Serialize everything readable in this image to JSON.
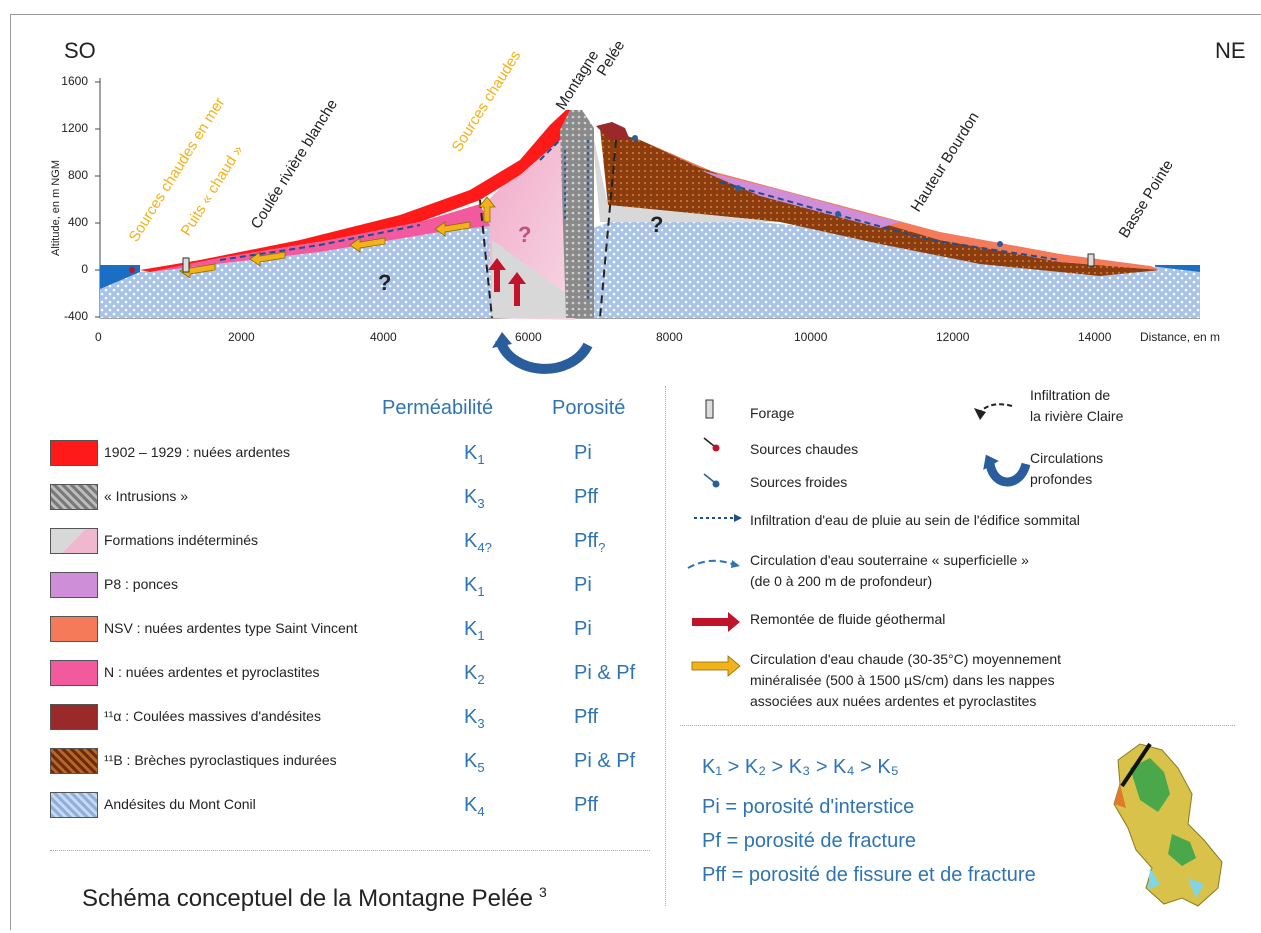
{
  "section": {
    "dir_left": "SO",
    "dir_right": "NE",
    "y_axis_label": "Altitude, en m NGM",
    "x_axis_label": "Distance, en m",
    "y_ticks": [
      "1600",
      "1200",
      "800",
      "400",
      "0",
      "-400"
    ],
    "x_ticks": [
      "0",
      "2000",
      "4000",
      "6000",
      "8000",
      "10000",
      "12000",
      "14000"
    ],
    "labels": {
      "sources_mer": "Sources chaudes en mer",
      "puits": "Puits « chaud »",
      "coulee": "Coulée rivière blanche",
      "sources_chaudes": "Sources chaudes",
      "montagne": "Montagne",
      "pelee": "Pelée",
      "hauteur": "Hauteur Bourdon",
      "basse": "Basse Pointe",
      "q": "?"
    }
  },
  "legend": {
    "header_perm": "Perméabilité",
    "header_poro": "Porosité",
    "items": [
      {
        "label": "1902 – 1929 : nuées ardentes",
        "k": "K",
        "ksub": "1",
        "p": "Pi",
        "psub": "",
        "color": "#ff1a1a"
      },
      {
        "label": "« Intrusions »",
        "k": "K",
        "ksub": "3",
        "p": "Pff",
        "psub": "",
        "color": "#9a9a9a"
      },
      {
        "label": "Formations indéterminés",
        "k": "K",
        "ksub": "4?",
        "p": "Pff",
        "psub": "?",
        "color": "#f0b8cf"
      },
      {
        "label": "P8  : ponces",
        "k": "K",
        "ksub": "1",
        "p": "Pi",
        "psub": "",
        "color": "#cf8fd8"
      },
      {
        "label": "NSV : nuées ardentes type Saint Vincent",
        "k": "K",
        "ksub": "1",
        "p": "Pi",
        "psub": "",
        "color": "#f47a5a"
      },
      {
        "label": "N : nuées ardentes et pyroclastites",
        "k": "K",
        "ksub": "2",
        "p": "Pi & Pf",
        "psub": "",
        "color": "#f35a9e"
      },
      {
        "label": "¹¹α : Coulées massives d'andésites",
        "k": "K",
        "ksub": "3",
        "p": "Pff",
        "psub": "",
        "color": "#9a2a2a"
      },
      {
        "label": "¹¹B : Brèches pyroclastiques indurées",
        "k": "K",
        "ksub": "5",
        "p": "Pi & Pf",
        "psub": "",
        "color": "#8b3d0f"
      },
      {
        "label": "Andésites du Mont Conil",
        "k": "K",
        "ksub": "4",
        "p": "Pff",
        "psub": "",
        "color": "#a9c4e8"
      }
    ]
  },
  "symbols": {
    "forage": "Forage",
    "sources_chaudes": "Sources chaudes",
    "sources_froides": "Sources froides",
    "infiltration_l1": "Infiltration de",
    "infiltration_l2": "la rivière Claire",
    "circ_l1": "Circulations",
    "circ_l2": "profondes",
    "pluie": "Infiltration d'eau de pluie au sein de l'édifice sommital",
    "superf_l1": "Circulation d'eau souterraine « superficielle »",
    "superf_l2": "(de 0 à 200 m de profondeur)",
    "remontee": "Remontée de fluide géothermal",
    "chaude_l1": "Circulation d'eau chaude (30-35°C) moyennement",
    "chaude_l2": "minéralisée (500 à 1500 µS/cm) dans les nappes",
    "chaude_l3": "associées aux nuées ardentes et pyroclastites"
  },
  "notes": {
    "k_order": "K₁ > K₂ > K₃ > K₄ > K₅",
    "pi": "Pi = porosité d'interstice",
    "pf": "Pf = porosité de fracture",
    "pff": "Pff = porosité de fissure et de fracture"
  },
  "title": "Schéma conceptuel de la Montagne Pelée",
  "title_sup": "3"
}
